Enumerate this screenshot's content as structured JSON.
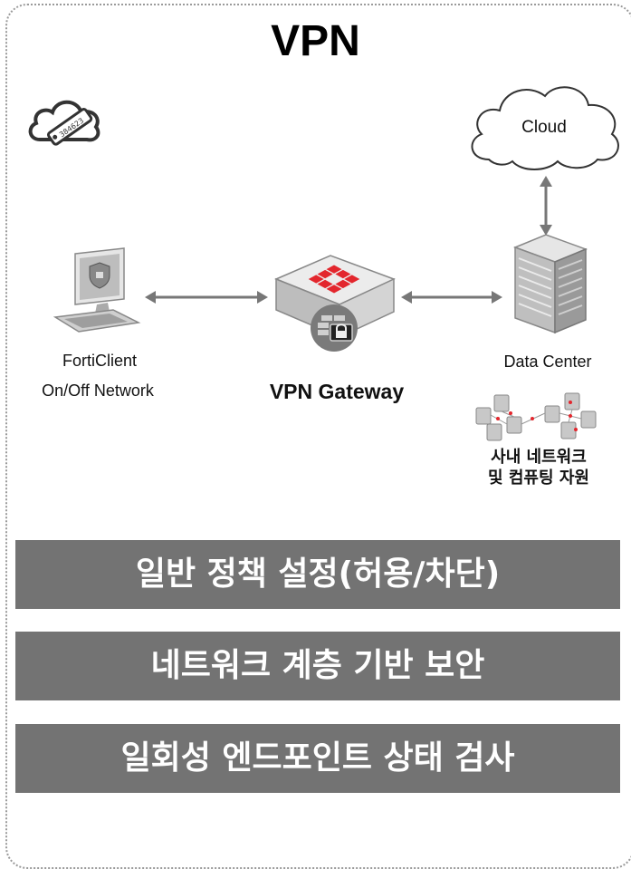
{
  "title": "VPN",
  "nodes": {
    "client": {
      "line1": "FortiClient",
      "line2": "On/Off Network"
    },
    "gateway": {
      "label": "VPN Gateway"
    },
    "cloud": {
      "label": "Cloud"
    },
    "datacenter": {
      "label": "Data Center"
    },
    "internal": {
      "line1": "사내 네트워크",
      "line2": "및 컴퓨팅 자원"
    },
    "token": {
      "serial": "384623"
    }
  },
  "bars": [
    {
      "label": "일반 정책 설정(허용/차단)"
    },
    {
      "label": "네트워크 계층 기반 보안"
    },
    {
      "label": "일회성 엔드포인트 상태 검사"
    }
  ],
  "colors": {
    "bar": "#737373",
    "accent_red": "#e3262d",
    "frame": "#9a9a9a"
  }
}
